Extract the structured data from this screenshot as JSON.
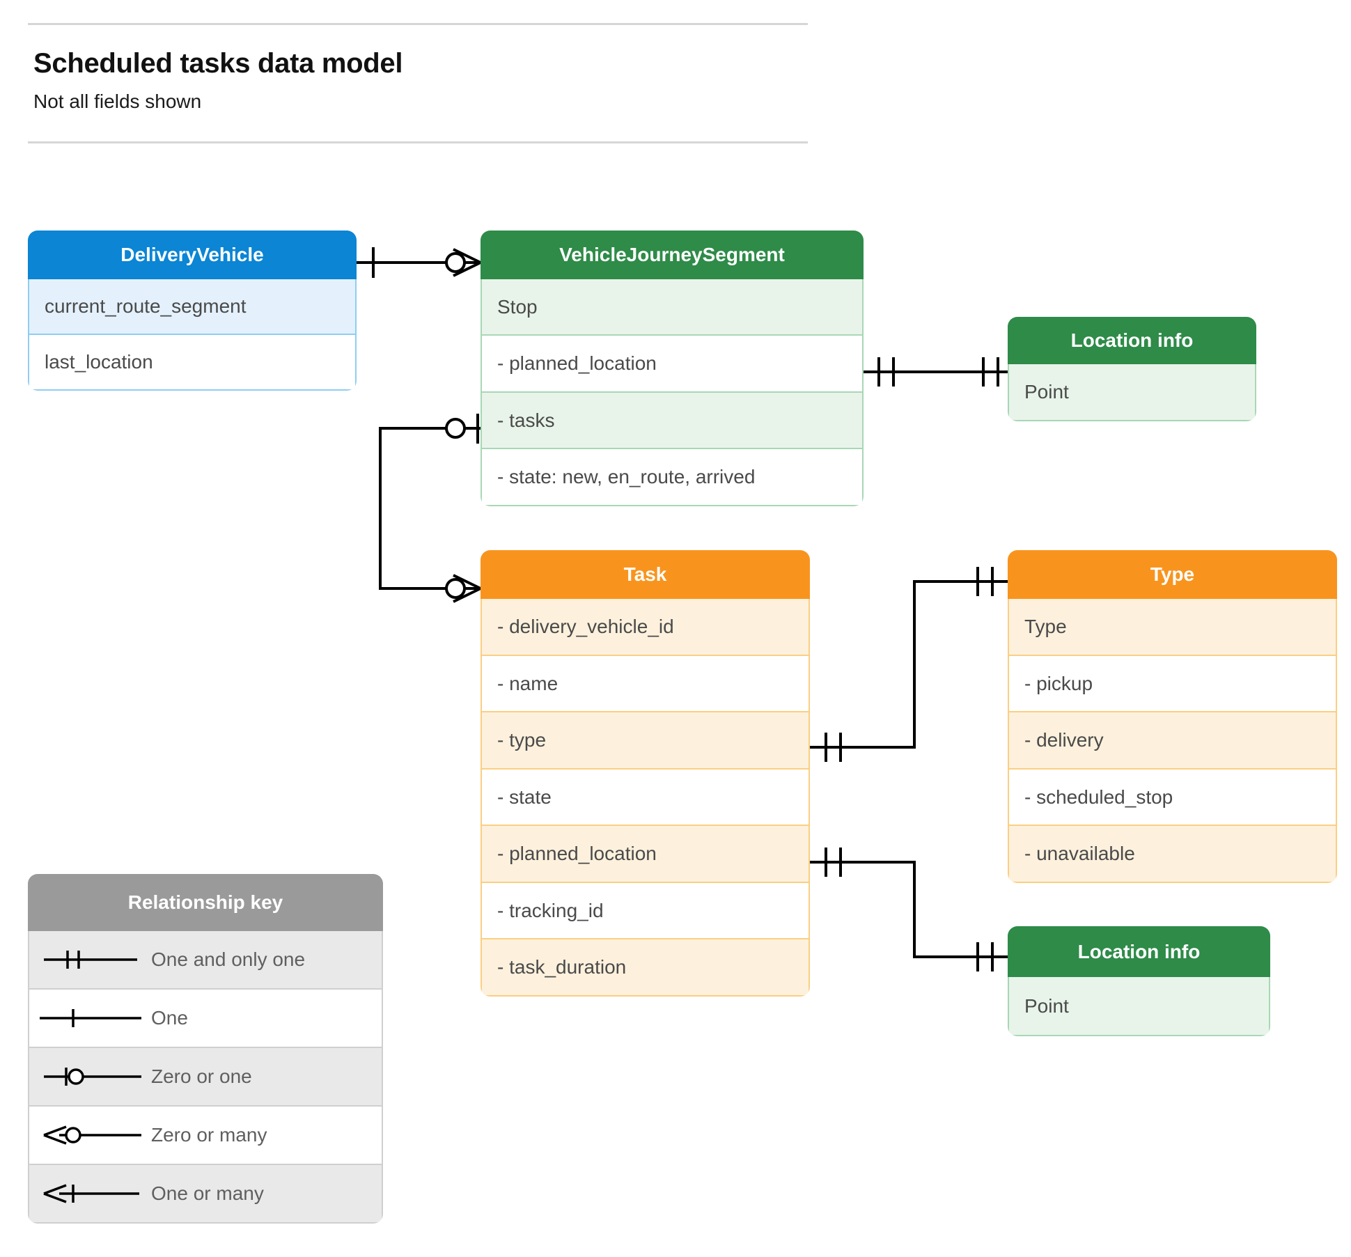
{
  "header": {
    "title": "Scheduled tasks data model",
    "subtitle": "Not all fields shown"
  },
  "entities": {
    "delivery_vehicle": {
      "name": "DeliveryVehicle",
      "color": "#0b85d4",
      "rows": [
        "current_route_segment",
        "last_location"
      ]
    },
    "vehicle_journey_segment": {
      "name": "VehicleJourneySegment",
      "color": "#2e8b48",
      "rows": [
        "Stop",
        "-  planned_location",
        "- tasks",
        "- state: new, en_route, arrived"
      ]
    },
    "location_info_top": {
      "name": "Location info",
      "color": "#2e8b48",
      "rows": [
        "Point"
      ]
    },
    "task": {
      "name": "Task",
      "color": "#f8941e",
      "rows": [
        "- delivery_vehicle_id",
        "- name",
        "- type",
        "- state",
        "- planned_location",
        "- tracking_id",
        "- task_duration"
      ]
    },
    "type": {
      "name": "Type",
      "color": "#f8941e",
      "rows": [
        "Type",
        "-  pickup",
        "-  delivery",
        "-  scheduled_stop",
        "-  unavailable"
      ]
    },
    "location_info_bottom": {
      "name": "Location info",
      "color": "#2e8b48",
      "rows": [
        "Point"
      ]
    }
  },
  "legend": {
    "title": "Relationship key",
    "header_color": "#9a9a9a",
    "items": [
      {
        "symbol": "one-and-only-one",
        "label": "One and only one"
      },
      {
        "symbol": "one",
        "label": "One"
      },
      {
        "symbol": "zero-or-one",
        "label": "Zero or one"
      },
      {
        "symbol": "zero-or-many",
        "label": "Zero or many"
      },
      {
        "symbol": "one-or-many",
        "label": "One or many"
      }
    ]
  },
  "relationships": [
    {
      "from": "DeliveryVehicle",
      "from_cardinality": "One",
      "to": "VehicleJourneySegment",
      "to_cardinality": "Zero or many"
    },
    {
      "from": "VehicleJourneySegment.planned_location",
      "from_cardinality": "One and only one",
      "to": "Location info",
      "to_cardinality": "One and only one"
    },
    {
      "from": "VehicleJourneySegment.tasks",
      "from_cardinality": "Zero or one",
      "to": "Task",
      "to_cardinality": "Zero or many"
    },
    {
      "from": "Task.type",
      "from_cardinality": "One and only one",
      "to": "Type",
      "to_cardinality": "One and only one"
    },
    {
      "from": "Task.planned_location",
      "from_cardinality": "One and only one",
      "to": "Location info",
      "to_cardinality": "One and only one"
    }
  ]
}
